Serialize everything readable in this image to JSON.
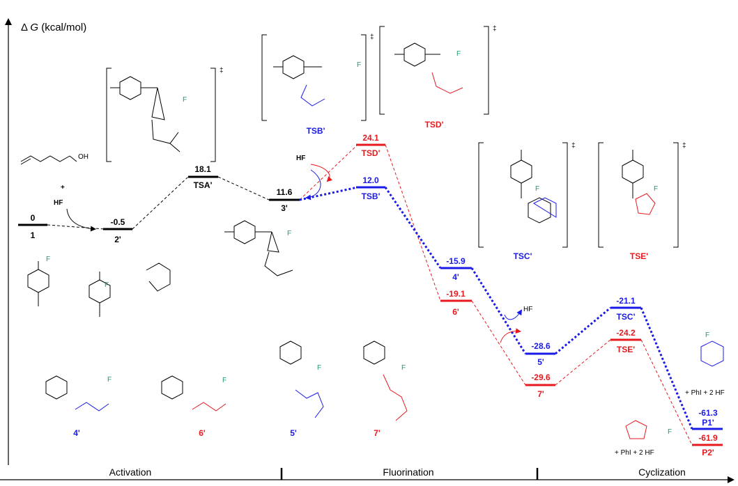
{
  "axis": {
    "y_label_prefix": "Δ",
    "y_label_var": "G",
    "y_label_unit": " (kcal/mol)"
  },
  "sections": [
    "Activation",
    "Fluorination",
    "Cyclization"
  ],
  "colors": {
    "black": "#000000",
    "blue": "#1a1ae6",
    "red": "#e6191f",
    "green": "#1a9a6b"
  },
  "levels": [
    {
      "value": "0",
      "label": "1",
      "color": "black"
    },
    {
      "value": "-0.5",
      "label": "2'",
      "color": "black"
    },
    {
      "value": "18.1",
      "label": "TSA'",
      "color": "black"
    },
    {
      "value": "11.6",
      "label": "3'",
      "color": "black"
    },
    {
      "value": "24.1",
      "label": "TSD'",
      "color": "red"
    },
    {
      "value": "12.0",
      "label": "TSB'",
      "color": "blue"
    },
    {
      "value": "-15.9",
      "label": "4'",
      "color": "blue"
    },
    {
      "value": "-19.1",
      "label": "6'",
      "color": "red"
    },
    {
      "value": "-28.6",
      "label": "5'",
      "color": "blue"
    },
    {
      "value": "-29.6",
      "label": "7'",
      "color": "red"
    },
    {
      "value": "-21.1",
      "label": "TSC'",
      "color": "blue"
    },
    {
      "value": "-24.2",
      "label": "TSE'",
      "color": "red"
    },
    {
      "value": "-61.3",
      "label": "P1'",
      "color": "blue"
    },
    {
      "value": "-61.9",
      "label": "P2'",
      "color": "red"
    }
  ],
  "ts_boxes": [
    {
      "label": "TSB'",
      "color": "blue"
    },
    {
      "label": "TSD'",
      "color": "red"
    },
    {
      "label": "TSC'",
      "color": "blue"
    },
    {
      "label": "TSE'",
      "color": "red"
    }
  ],
  "structure_labels": [
    {
      "label": "4'",
      "color": "blue"
    },
    {
      "label": "6'",
      "color": "red"
    },
    {
      "label": "5'",
      "color": "blue"
    },
    {
      "label": "7'",
      "color": "red"
    }
  ],
  "annotations": {
    "hf": "HF",
    "plus": "+",
    "phi_2hf": "+ PhI + 2 HF",
    "dagger": "‡",
    "oh": "OH"
  }
}
